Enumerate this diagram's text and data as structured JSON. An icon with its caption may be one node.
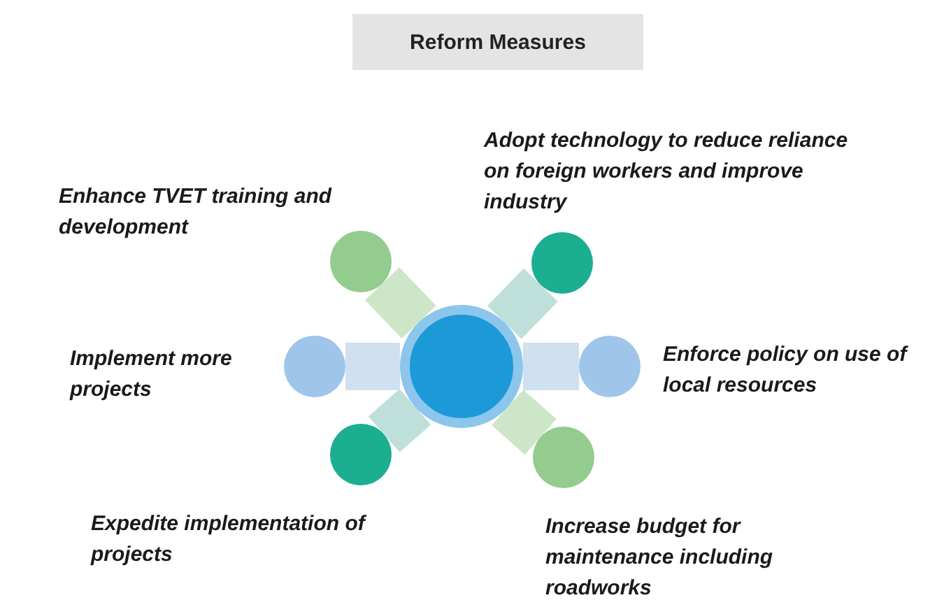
{
  "diagram": {
    "title": "Reform Measures",
    "nodes": [
      {
        "text": [],
        "shape": "circle"
      },
      {
        "text": [],
        "shape": "circle",
        "beside": [
          "Enhance TVET training and development"
        ]
      },
      {
        "text": [],
        "shape": "circle",
        "beside": [
          "Adopt technology to reduce reliance on foreign workers and improve industry"
        ]
      },
      {
        "text": [],
        "shape": "circle",
        "beside": [
          "Implement more projects"
        ]
      },
      {
        "text": [],
        "shape": "circle",
        "beside": [
          "Enforce policy on use of local resources"
        ]
      },
      {
        "text": [],
        "shape": "circle",
        "beside": [
          "Expedite implementation of projects"
        ]
      },
      {
        "text": [],
        "shape": "circle",
        "beside": [
          "Increase budget for maintenance including roadworks"
        ]
      }
    ],
    "edges": [
      {
        "from": 0,
        "to": 1,
        "arrow": "none",
        "color": "#cde6c8"
      },
      {
        "from": 0,
        "to": 2,
        "arrow": "none",
        "color": "#bfe0da"
      },
      {
        "from": 0,
        "to": 3,
        "arrow": "none",
        "color": "#cfe1f1"
      },
      {
        "from": 0,
        "to": 4,
        "arrow": "none",
        "color": "#cfe1f1"
      },
      {
        "from": 0,
        "to": 5,
        "arrow": "none",
        "color": "#bfe0da"
      },
      {
        "from": 0,
        "to": 6,
        "arrow": "none",
        "color": "#cde6c8"
      }
    ]
  }
}
